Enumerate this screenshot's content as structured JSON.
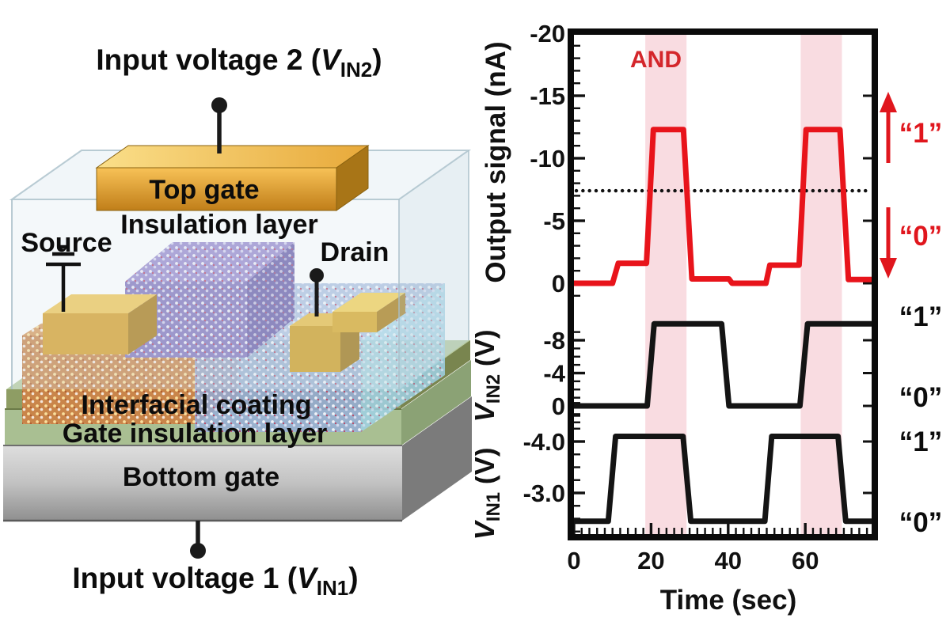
{
  "device_diagram": {
    "title_top": {
      "pre": "Input voltage 2 (",
      "sym": "V",
      "sub": "IN2",
      "post": ")"
    },
    "title_bottom": {
      "pre": "Input voltage 1 (",
      "sym": "V",
      "sub": "IN1",
      "post": ")"
    },
    "labels": {
      "top_gate": "Top gate",
      "insulation_layer": "Insulation layer",
      "source": "Source",
      "drain": "Drain",
      "interfacial_coating": "Interfacial coating",
      "gate_insulation_layer": "Gate insulation layer",
      "bottom_gate": "Bottom gate"
    },
    "colors": {
      "gold": "#d79e26",
      "purple_block": "#8376bd",
      "orange_channel": "#c9854a",
      "blue_channel": "#96aed8",
      "green_layer": "#a9bf92",
      "bottom_gate_gray": "#aeaeae",
      "glass": "#d9e7ed"
    }
  },
  "chart_data": {
    "type": "line",
    "title": "AND",
    "xlabel": "Time (sec)",
    "x_range": [
      0,
      78
    ],
    "x_ticks": [
      0,
      20,
      40,
      60
    ],
    "x_tick_labels": [
      "0",
      "20",
      "40",
      "60"
    ],
    "x_minor_step_sec": 2,
    "grid": false,
    "highlight_bands_x": [
      [
        18.5,
        29.2
      ],
      [
        58.8,
        69.5
      ]
    ],
    "band_color": "#f9dce1",
    "panels": [
      {
        "name": "output",
        "ylabel": "Output signal (nA)",
        "y_ticks": [
          0,
          -5,
          -10,
          -15,
          -20
        ],
        "y_tick_labels": [
          "0",
          "-5",
          "-10",
          "-15",
          "-20"
        ],
        "y_range": [
          2.5,
          -20
        ],
        "threshold_dotted": -7.4,
        "series": {
          "name": "output_signal_nA",
          "color": "#e8141b",
          "points": [
            [
              0,
              0
            ],
            [
              10,
              0
            ],
            [
              11.5,
              -1.6
            ],
            [
              18.8,
              -1.6
            ],
            [
              20.6,
              -12.3
            ],
            [
              28.4,
              -12.3
            ],
            [
              30.6,
              -0.35
            ],
            [
              40.2,
              -0.35
            ],
            [
              41,
              0
            ],
            [
              49.8,
              0
            ],
            [
              50.8,
              -1.45
            ],
            [
              58.4,
              -1.45
            ],
            [
              60.2,
              -12.3
            ],
            [
              69,
              -12.3
            ],
            [
              71.2,
              -0.3
            ],
            [
              78,
              -0.3
            ]
          ]
        }
      },
      {
        "name": "vin2",
        "ylabel_sym": "V",
        "ylabel_sub": "IN2",
        "ylabel_rest": " (V)",
        "y_ticks": [
          -8,
          -4,
          0
        ],
        "y_tick_labels": [
          "-8",
          "-4",
          "0"
        ],
        "y_range": [
          2,
          -12
        ],
        "series": {
          "name": "V_IN2_V",
          "color": "#141414",
          "points": [
            [
              0,
              0
            ],
            [
              19,
              0
            ],
            [
              20.8,
              -10
            ],
            [
              38.3,
              -10
            ],
            [
              40.2,
              0
            ],
            [
              58.6,
              0
            ],
            [
              60.6,
              -10
            ],
            [
              78,
              -10
            ]
          ]
        }
      },
      {
        "name": "vin1",
        "ylabel_sym": "V",
        "ylabel_sub": "IN1",
        "ylabel_rest": " (V)",
        "y_ticks": [
          -4,
          -3
        ],
        "y_tick_labels": [
          "-4.0",
          "-3.0"
        ],
        "y_range": [
          -2.2,
          -4.8
        ],
        "series": {
          "name": "V_IN1_V",
          "points_note": "negative up axis",
          "color": "#141414",
          "points": [
            [
              0,
              -2.45
            ],
            [
              8.9,
              -2.45
            ],
            [
              10.8,
              -4.1
            ],
            [
              28.3,
              -4.1
            ],
            [
              30.3,
              -2.45
            ],
            [
              49.5,
              -2.45
            ],
            [
              51.3,
              -4.1
            ],
            [
              68.5,
              -4.1
            ],
            [
              70.5,
              -2.45
            ],
            [
              78,
              -2.45
            ]
          ]
        }
      }
    ],
    "annotations": {
      "and_label": "AND",
      "and_color": "#d4262b",
      "output_high": "“1”",
      "output_low": "“0”",
      "vin2_high": "“1”",
      "vin2_low": "“0”",
      "vin1_high": "“1”",
      "vin1_low": "“0”",
      "arrow_color": "#e0161d",
      "legend_position": "right outside"
    }
  }
}
